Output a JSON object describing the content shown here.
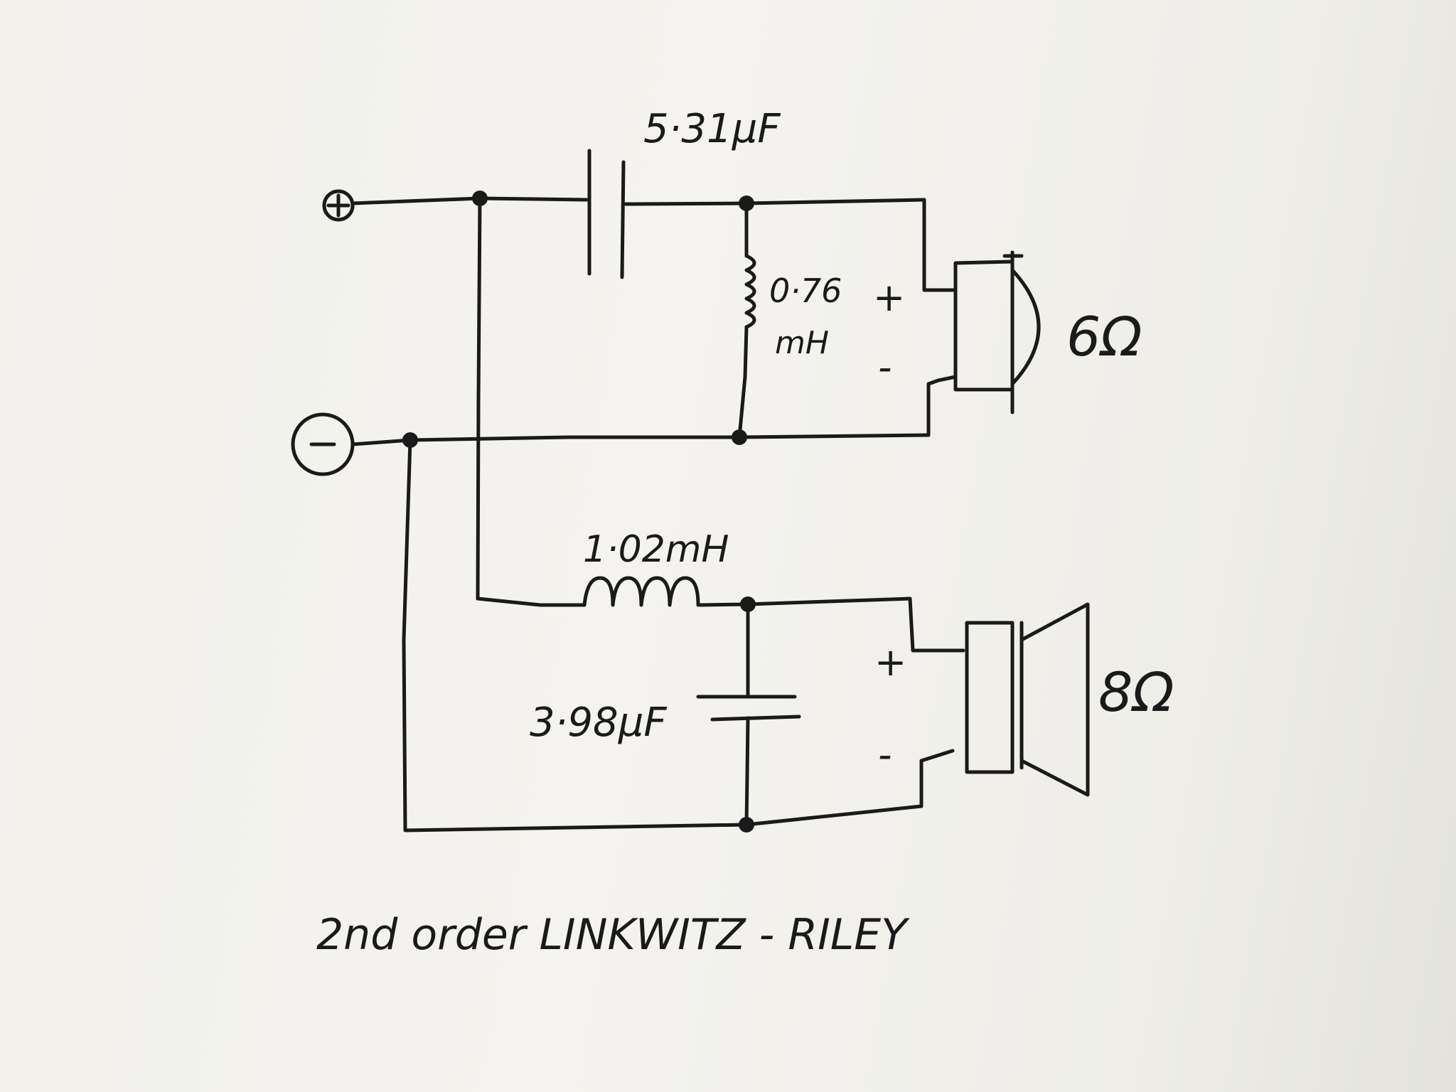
{
  "diagram": {
    "caption": "2nd order LINKWITZ - RILEY",
    "terminals": {
      "positive": "+",
      "negative": "−"
    },
    "tweeter_branch": {
      "capacitor": "5·31μF",
      "inductor_value": "0·76",
      "inductor_unit": "mH",
      "driver_plus": "+",
      "driver_minus": "-",
      "impedance": "6Ω"
    },
    "woofer_branch": {
      "inductor": "1·02mH",
      "capacitor": "3·98μF",
      "driver_plus": "+",
      "driver_minus": "-",
      "impedance": "8Ω"
    }
  }
}
